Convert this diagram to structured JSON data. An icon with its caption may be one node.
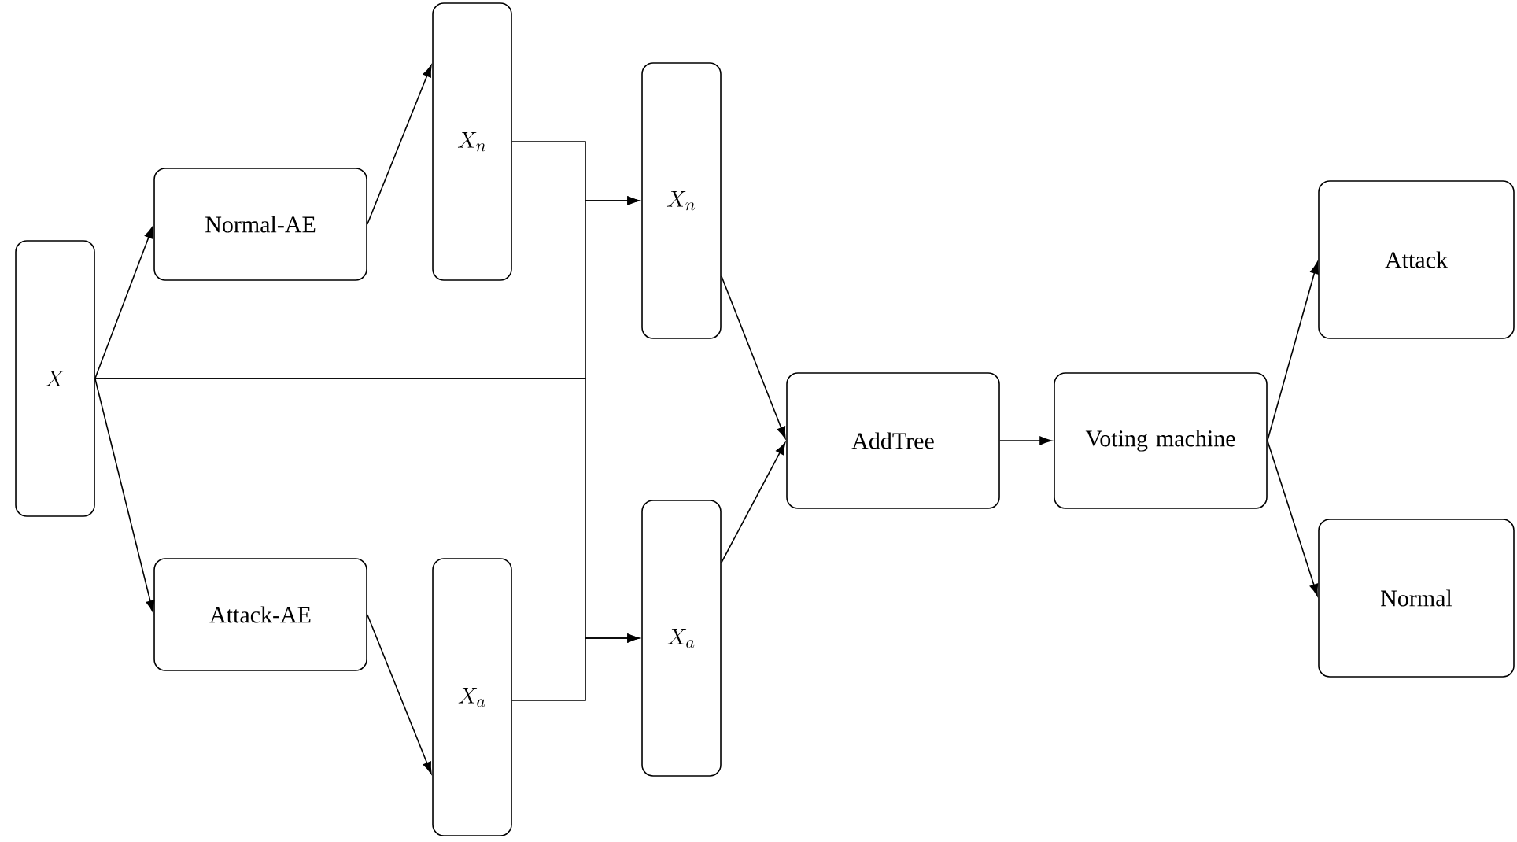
{
  "diagram": {
    "nodes": [
      {
        "text": [
          "X"
        ]
      },
      {
        "text": [
          "Normal-AE"
        ]
      },
      {
        "text": [
          "Attack-AE"
        ]
      },
      {
        "text": [
          "X_n"
        ]
      },
      {
        "text": [
          "X_a"
        ]
      },
      {
        "text": [
          "X_n"
        ]
      },
      {
        "text": [
          "X_a"
        ]
      },
      {
        "text": [
          "AddTree"
        ]
      },
      {
        "text": [
          "Voting machine"
        ]
      },
      {
        "text": [
          "Attack"
        ]
      },
      {
        "text": [
          "Normal"
        ]
      }
    ],
    "edges": [
      {
        "from": 0,
        "to": 1,
        "arrow": "to"
      },
      {
        "from": 0,
        "to": 2,
        "arrow": "to"
      },
      {
        "from": 1,
        "to": 3,
        "arrow": "to"
      },
      {
        "from": 2,
        "to": 4,
        "arrow": "to"
      },
      {
        "from": 3,
        "to": 5,
        "arrow": "to"
      },
      {
        "from": 0,
        "to": 5,
        "arrow": "to"
      },
      {
        "from": 0,
        "to": 6,
        "arrow": "to"
      },
      {
        "from": 4,
        "to": 6,
        "arrow": "to"
      },
      {
        "from": 5,
        "to": 7,
        "arrow": "to"
      },
      {
        "from": 6,
        "to": 7,
        "arrow": "to"
      },
      {
        "from": 7,
        "to": 8,
        "arrow": "to"
      },
      {
        "from": 8,
        "to": 9,
        "arrow": "to"
      },
      {
        "from": 8,
        "to": 10,
        "arrow": "to"
      }
    ]
  }
}
